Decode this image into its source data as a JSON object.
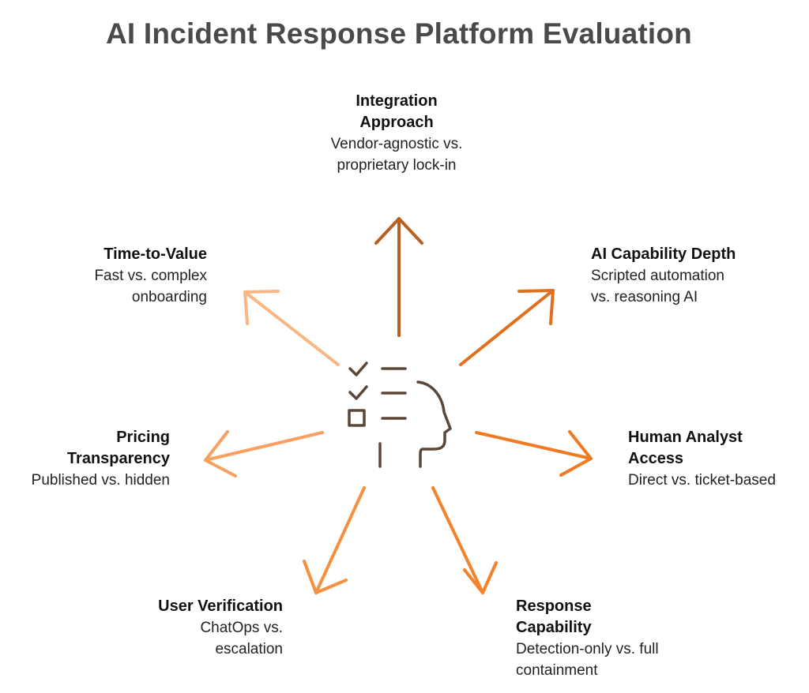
{
  "title": "AI Incident Response Platform Evaluation",
  "center_icon": "checklist-head-icon",
  "colors": {
    "title": "#4a4a4a",
    "icon": "#5b4637",
    "arrow_integration": "#b85f22",
    "arrow_ai_capability": "#e0701e",
    "arrow_human_analyst": "#f07a22",
    "arrow_response": "#f4822a",
    "arrow_user_verification": "#f59040",
    "arrow_pricing": "#f7a060",
    "arrow_time_to_value": "#f8b685"
  },
  "criteria": {
    "integration": {
      "head_line1": "Integration",
      "head_line2": "Approach",
      "sub_line1": "Vendor-agnostic vs.",
      "sub_line2": "proprietary lock-in"
    },
    "ai_capability": {
      "head": "AI Capability Depth",
      "sub_line1": "Scripted automation",
      "sub_line2": "vs. reasoning AI"
    },
    "human_analyst": {
      "head_line1": "Human Analyst",
      "head_line2": "Access",
      "sub": "Direct vs. ticket-based"
    },
    "response": {
      "head_line1": "Response",
      "head_line2": "Capability",
      "sub_line1": "Detection-only vs. full",
      "sub_line2": "containment"
    },
    "user_verification": {
      "head": "User Verification",
      "sub_line1": "ChatOps vs.",
      "sub_line2": "escalation"
    },
    "pricing": {
      "head_line1": "Pricing",
      "head_line2": "Transparency",
      "sub": "Published vs. hidden"
    },
    "time_to_value": {
      "head": "Time-to-Value",
      "sub_line1": "Fast vs. complex",
      "sub_line2": "onboarding"
    }
  }
}
